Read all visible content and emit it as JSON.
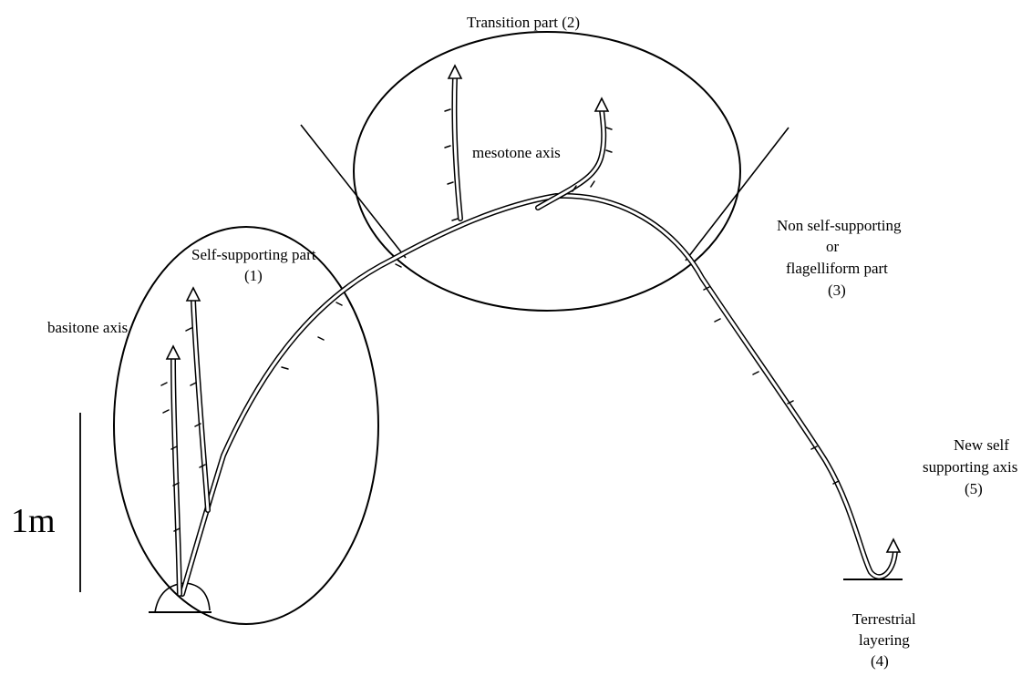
{
  "labels": {
    "transition_part": "Transition part (2)",
    "mesotone_axis": "mesotone axis",
    "self_supporting_part": "Self-supporting part",
    "self_supporting_num": "(1)",
    "basitone_axis": "basitone axis",
    "non_self_supporting": "Non self-supporting",
    "or": "or",
    "flagelliform_part": "flagelliform part",
    "flagelliform_num": "(3)",
    "new_self": "New self",
    "supporting_axis": "supporting axis",
    "new_axis_num": "(5)",
    "terrestrial": "Terrestrial",
    "layering": "layering",
    "terrestrial_num": "(4)",
    "scale": "1m"
  }
}
